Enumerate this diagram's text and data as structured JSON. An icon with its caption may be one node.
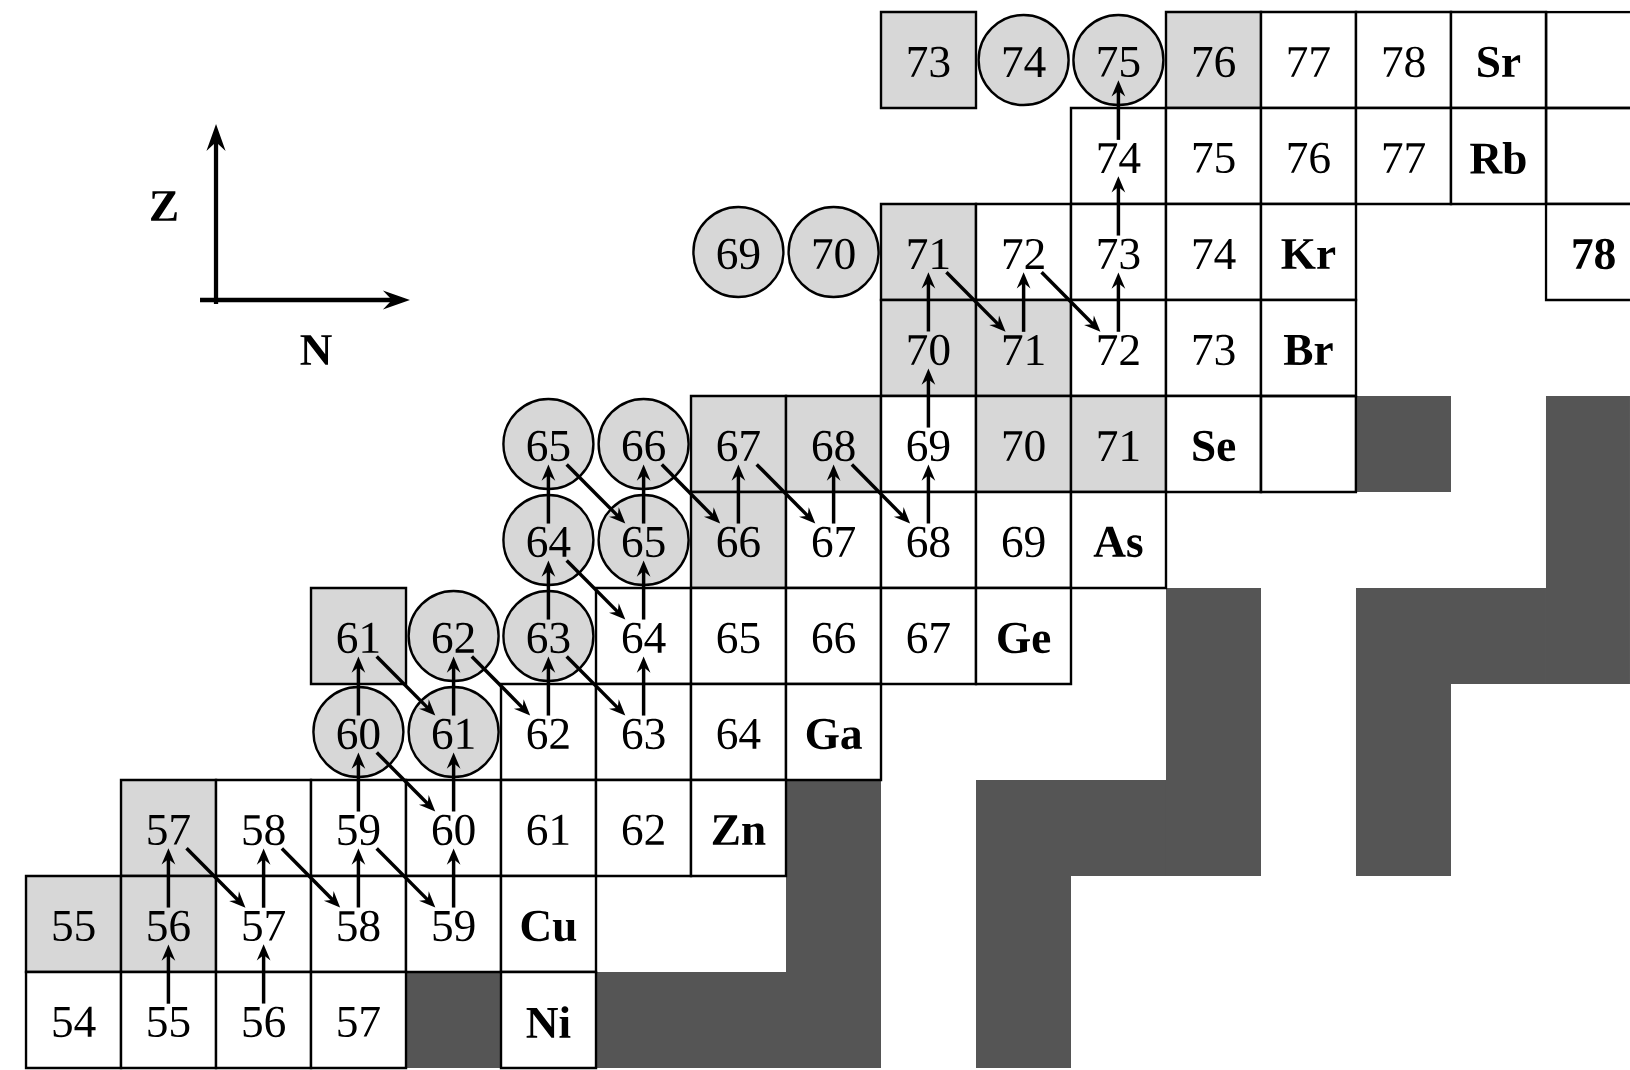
{
  "diagram": {
    "nodes": [
      {
        "text": [
          "73"
        ]
      },
      {
        "text": [
          "74"
        ]
      },
      {
        "text": [
          "75"
        ]
      },
      {
        "text": [
          "76"
        ]
      },
      {
        "text": [
          "77"
        ]
      },
      {
        "text": [
          "78"
        ]
      },
      {
        "text": [
          "Sr"
        ]
      },
      {
        "text": [],
        "shape": "box"
      },
      {
        "text": [
          "74"
        ]
      },
      {
        "text": [
          "75"
        ]
      },
      {
        "text": [
          "76"
        ]
      },
      {
        "text": [
          "77"
        ]
      },
      {
        "text": [
          "Rb"
        ]
      },
      {
        "text": [],
        "shape": "box"
      },
      {
        "text": [
          "69"
        ]
      },
      {
        "text": [
          "70"
        ]
      },
      {
        "text": [
          "71"
        ]
      },
      {
        "text": [
          "72"
        ]
      },
      {
        "text": [
          "73"
        ]
      },
      {
        "text": [
          "74"
        ]
      },
      {
        "text": [
          "Kr"
        ]
      },
      {
        "text": [
          "78"
        ]
      },
      {
        "text": [
          "70"
        ]
      },
      {
        "text": [
          "71"
        ]
      },
      {
        "text": [
          "72"
        ]
      },
      {
        "text": [
          "73"
        ]
      },
      {
        "text": [
          "Br"
        ]
      },
      {
        "text": [
          "65"
        ]
      },
      {
        "text": [
          "66"
        ]
      },
      {
        "text": [
          "67"
        ]
      },
      {
        "text": [
          "68"
        ]
      },
      {
        "text": [
          "69"
        ]
      },
      {
        "text": [
          "70"
        ]
      },
      {
        "text": [
          "71"
        ]
      },
      {
        "text": [
          "Se"
        ]
      },
      {
        "text": [],
        "shape": "box"
      },
      {
        "text": [
          "64"
        ]
      },
      {
        "text": [
          "65"
        ]
      },
      {
        "text": [
          "66"
        ]
      },
      {
        "text": [
          "67"
        ]
      },
      {
        "text": [
          "68"
        ]
      },
      {
        "text": [
          "69"
        ]
      },
      {
        "text": [
          "As"
        ]
      },
      {
        "text": [
          "61"
        ]
      },
      {
        "text": [
          "62"
        ]
      },
      {
        "text": [
          "63"
        ]
      },
      {
        "text": [
          "64"
        ]
      },
      {
        "text": [
          "65"
        ]
      },
      {
        "text": [
          "66"
        ]
      },
      {
        "text": [
          "67"
        ]
      },
      {
        "text": [
          "Ge"
        ]
      },
      {
        "text": [
          "60"
        ]
      },
      {
        "text": [
          "61"
        ]
      },
      {
        "text": [
          "62"
        ]
      },
      {
        "text": [
          "63"
        ]
      },
      {
        "text": [
          "64"
        ]
      },
      {
        "text": [
          "Ga"
        ]
      },
      {
        "text": [
          "57"
        ]
      },
      {
        "text": [
          "58"
        ]
      },
      {
        "text": [
          "59"
        ]
      },
      {
        "text": [
          "60"
        ]
      },
      {
        "text": [
          "61"
        ]
      },
      {
        "text": [
          "62"
        ]
      },
      {
        "text": [
          "Zn"
        ]
      },
      {
        "text": [
          "55"
        ]
      },
      {
        "text": [
          "56"
        ]
      },
      {
        "text": [
          "57"
        ]
      },
      {
        "text": [
          "58"
        ]
      },
      {
        "text": [
          "59"
        ]
      },
      {
        "text": [
          "Cu"
        ]
      },
      {
        "text": [
          "54"
        ]
      },
      {
        "text": [
          "55"
        ]
      },
      {
        "text": [
          "56"
        ]
      },
      {
        "text": [
          "57"
        ]
      },
      {
        "text": [
          "Ni"
        ]
      }
    ],
    "edges": [
      {
        "from": 71,
        "to": 65,
        "arrow": "to"
      },
      {
        "from": 72,
        "to": 66,
        "arrow": "to"
      },
      {
        "from": 65,
        "to": 57,
        "arrow": "to"
      },
      {
        "from": 57,
        "to": 66,
        "arrow": "to"
      },
      {
        "from": 66,
        "to": 58,
        "arrow": "to"
      },
      {
        "from": 58,
        "to": 67,
        "arrow": "to"
      },
      {
        "from": 67,
        "to": 59,
        "arrow": "to"
      },
      {
        "from": 59,
        "to": 68,
        "arrow": "to"
      },
      {
        "from": 68,
        "to": 60,
        "arrow": "to"
      },
      {
        "from": 59,
        "to": 51,
        "arrow": "to"
      },
      {
        "from": 60,
        "to": 52,
        "arrow": "to"
      },
      {
        "from": 51,
        "to": 60,
        "arrow": "to"
      },
      {
        "from": 51,
        "to": 43,
        "arrow": "to"
      },
      {
        "from": 52,
        "to": 44,
        "arrow": "to"
      },
      {
        "from": 43,
        "to": 52,
        "arrow": "to"
      },
      {
        "from": 44,
        "to": 53,
        "arrow": "to"
      },
      {
        "from": 53,
        "to": 45,
        "arrow": "to"
      },
      {
        "from": 45,
        "to": 54,
        "arrow": "to"
      },
      {
        "from": 54,
        "to": 46,
        "arrow": "to"
      },
      {
        "from": 45,
        "to": 36,
        "arrow": "to"
      },
      {
        "from": 36,
        "to": 46,
        "arrow": "to"
      },
      {
        "from": 46,
        "to": 37,
        "arrow": "to"
      },
      {
        "from": 36,
        "to": 27,
        "arrow": "to"
      },
      {
        "from": 37,
        "to": 28,
        "arrow": "to"
      },
      {
        "from": 27,
        "to": 37,
        "arrow": "to"
      },
      {
        "from": 28,
        "to": 38,
        "arrow": "to"
      },
      {
        "from": 38,
        "to": 29,
        "arrow": "to"
      },
      {
        "from": 29,
        "to": 39,
        "arrow": "to"
      },
      {
        "from": 39,
        "to": 30,
        "arrow": "to"
      },
      {
        "from": 30,
        "to": 40,
        "arrow": "to"
      },
      {
        "from": 40,
        "to": 31,
        "arrow": "to"
      },
      {
        "from": 31,
        "to": 22,
        "arrow": "to"
      },
      {
        "from": 22,
        "to": 16,
        "arrow": "to"
      },
      {
        "from": 16,
        "to": 23,
        "arrow": "to"
      },
      {
        "from": 23,
        "to": 17,
        "arrow": "to"
      },
      {
        "from": 17,
        "to": 24,
        "arrow": "to"
      },
      {
        "from": 24,
        "to": 18,
        "arrow": "to"
      },
      {
        "from": 18,
        "to": 8,
        "arrow": "to"
      },
      {
        "from": 8,
        "to": 2,
        "arrow": "to"
      }
    ],
    "labels": [
      "Z",
      "N"
    ]
  }
}
